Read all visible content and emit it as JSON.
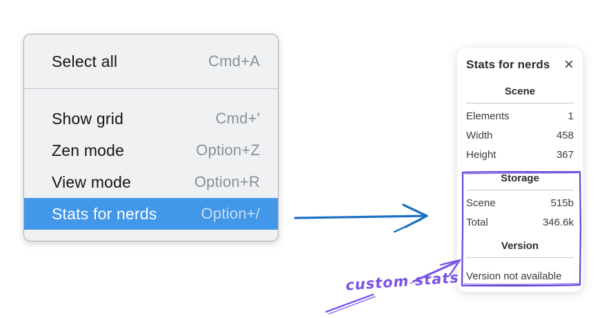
{
  "context_menu": {
    "sections": [
      {
        "items": [
          {
            "label": "Select all",
            "shortcut": "Cmd+A"
          }
        ]
      },
      {
        "items": [
          {
            "label": "Show grid",
            "shortcut": "Cmd+'"
          },
          {
            "label": "Zen mode",
            "shortcut": "Option+Z"
          },
          {
            "label": "View mode",
            "shortcut": "Option+R"
          },
          {
            "label": "Stats for nerds",
            "shortcut": "Option+/",
            "selected": true
          }
        ]
      }
    ]
  },
  "stats_panel": {
    "title": "Stats for nerds",
    "close_icon": "×",
    "scene": {
      "heading": "Scene",
      "rows": [
        {
          "label": "Elements",
          "value": "1"
        },
        {
          "label": "Width",
          "value": "458"
        },
        {
          "label": "Height",
          "value": "367"
        }
      ]
    },
    "storage": {
      "heading": "Storage",
      "rows": [
        {
          "label": "Scene",
          "value": "515b"
        },
        {
          "label": "Total",
          "value": "346.6k"
        }
      ]
    },
    "version": {
      "heading": "Version",
      "note": "Version not available"
    }
  },
  "annotations": {
    "custom_stats_label": "custom stats"
  },
  "colors": {
    "menu_highlight": "#4297e9",
    "blue_arrow": "#1b6fc4",
    "purple_box": "#6a48d7",
    "purple_arrow": "#7a52e8"
  }
}
